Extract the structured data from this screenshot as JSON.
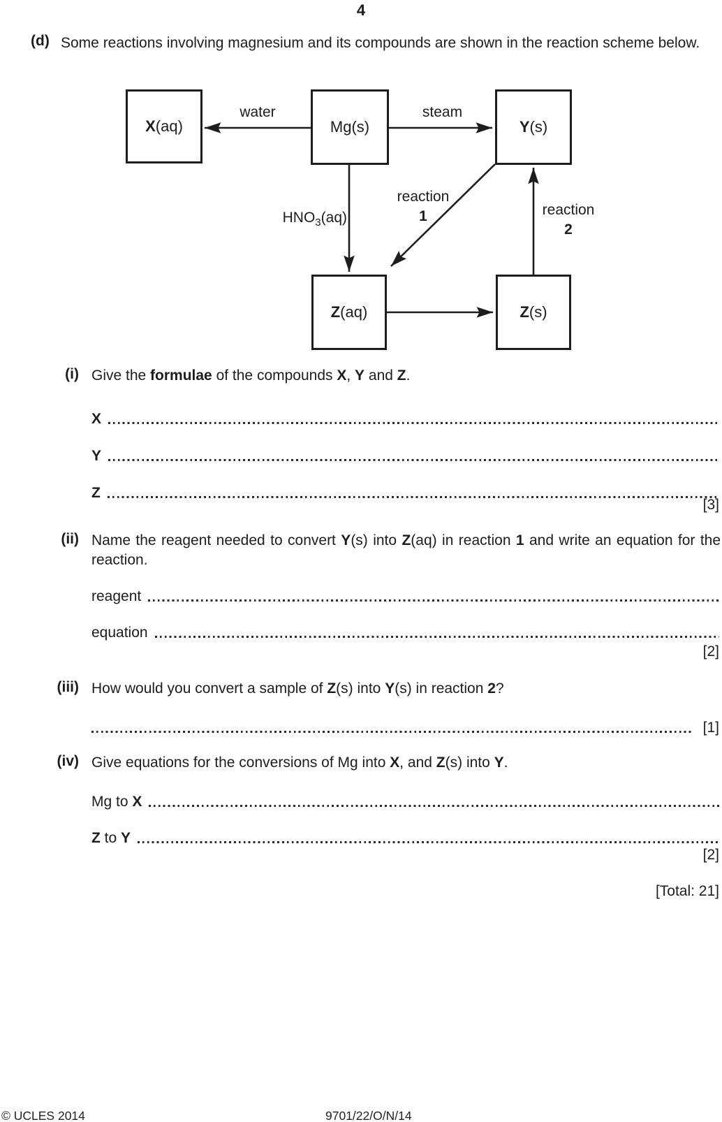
{
  "page_number": "4",
  "part_d": {
    "label": "(d)",
    "text": "Some reactions involving magnesium and its compounds are shown in the reaction scheme below."
  },
  "diagram": {
    "boxes": {
      "x": {
        "bold": "X",
        "rest": "(aq)"
      },
      "mg": {
        "rest": "Mg(s)"
      },
      "y": {
        "bold": "Y",
        "rest": "(s)"
      },
      "z_aq": {
        "bold": "Z",
        "rest": "(aq)"
      },
      "z_s": {
        "bold": "Z",
        "rest": "(s)"
      }
    },
    "labels": {
      "water": "water",
      "steam": "steam",
      "hno3_pre": "HNO",
      "hno3_sub": "3",
      "hno3_post": "(aq)",
      "reaction1_word": "reaction",
      "reaction1_num": "1",
      "reaction2_word": "reaction",
      "reaction2_num": "2"
    }
  },
  "questions": {
    "q1": {
      "label": "(i)",
      "parts": [
        "Give the ",
        "formulae",
        " of the compounds ",
        "X",
        ", ",
        "Y",
        " and ",
        "Z",
        "."
      ],
      "answers": [
        "X",
        "Y",
        "Z"
      ],
      "mark": "[3]"
    },
    "q2": {
      "label": "(ii)",
      "parts": [
        "Name the reagent needed to convert ",
        "Y",
        "(s) into ",
        "Z",
        "(aq) in reaction ",
        "1",
        " and write an equation for the reaction."
      ],
      "answer_label_1": "reagent",
      "answer_label_2": "equation",
      "mark": "[2]"
    },
    "q3": {
      "label": "(iii)",
      "parts": [
        "How would you convert a sample of ",
        "Z",
        "(s) into ",
        "Y",
        "(s) in reaction ",
        "2",
        "?"
      ],
      "mark": "[1]"
    },
    "q4": {
      "label": "(iv)",
      "parts": [
        "Give equations for the conversions of Mg into ",
        "X",
        ", and ",
        "Z",
        "(s) into ",
        "Y",
        "."
      ],
      "line1": [
        "Mg to ",
        "X"
      ],
      "line2": [
        "Z",
        " to ",
        "Y"
      ],
      "mark": "[2]"
    },
    "total": "[Total: 21]"
  },
  "footer": {
    "left": "© UCLES 2014",
    "center": "9701/22/O/N/14"
  }
}
